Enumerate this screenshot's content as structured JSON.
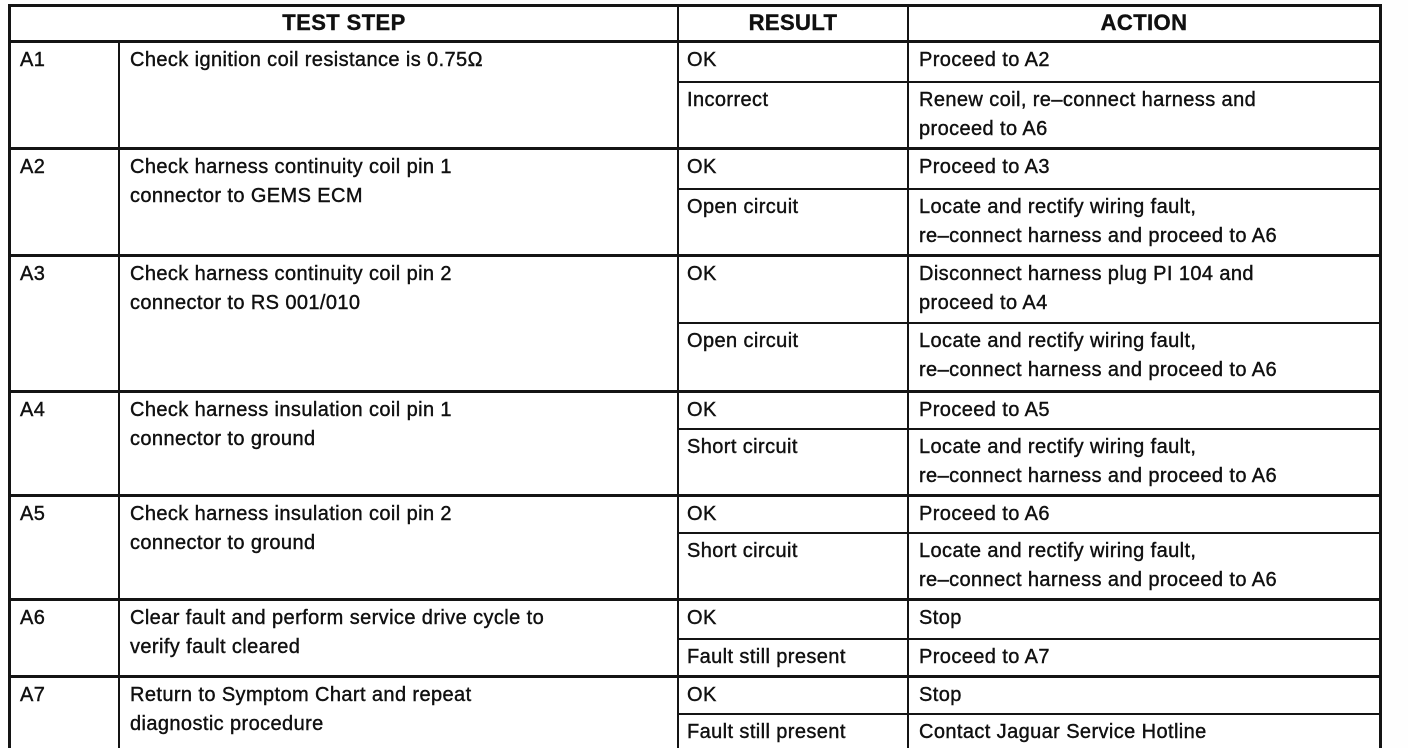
{
  "table": {
    "headers": {
      "test_step": "TEST STEP",
      "result": "RESULT",
      "action": "ACTION"
    },
    "rows": [
      {
        "id": "A1",
        "step": "Check ignition coil resistance is 0.75Ω",
        "outcomes": [
          {
            "result": "OK",
            "action": "Proceed to A2"
          },
          {
            "result": "Incorrect",
            "action": "Renew coil, re–connect harness and\nproceed to A6"
          }
        ]
      },
      {
        "id": "A2",
        "step": "Check harness continuity coil pin 1\nconnector to GEMS ECM",
        "outcomes": [
          {
            "result": "OK",
            "action": "Proceed to A3"
          },
          {
            "result": "Open circuit",
            "action": "Locate and rectify wiring fault,\nre–connect harness and proceed to A6"
          }
        ]
      },
      {
        "id": "A3",
        "step": "Check harness continuity coil pin 2\nconnector to RS 001/010",
        "outcomes": [
          {
            "result": "OK",
            "action": "Disconnect harness plug PI 104 and\nproceed to A4"
          },
          {
            "result": "Open circuit",
            "action": "Locate and rectify wiring fault,\nre–connect harness and proceed to A6"
          }
        ]
      },
      {
        "id": "A4",
        "step": "Check harness insulation coil pin 1\nconnector to ground",
        "outcomes": [
          {
            "result": "OK",
            "action": "Proceed to A5"
          },
          {
            "result": "Short circuit",
            "action": "Locate and rectify wiring fault,\nre–connect harness and proceed to A6"
          }
        ]
      },
      {
        "id": "A5",
        "step": "Check harness insulation coil pin 2\nconnector to ground",
        "outcomes": [
          {
            "result": "OK",
            "action": "Proceed to A6"
          },
          {
            "result": "Short circuit",
            "action": "Locate and rectify wiring fault,\nre–connect harness and proceed to A6"
          }
        ]
      },
      {
        "id": "A6",
        "step": "Clear fault and perform service drive cycle to\nverify fault cleared",
        "outcomes": [
          {
            "result": "OK",
            "action": "Stop"
          },
          {
            "result": "Fault still present",
            "action": "Proceed to A7"
          }
        ]
      },
      {
        "id": "A7",
        "step": "Return to Symptom Chart and repeat\ndiagnostic procedure",
        "outcomes": [
          {
            "result": "OK",
            "action": "Stop"
          },
          {
            "result": "Fault still present",
            "action": "Contact Jaguar Service Hotline"
          }
        ]
      }
    ]
  },
  "colors": {
    "ink": "#101010",
    "border": "#141414",
    "paper": "#ffffff"
  }
}
